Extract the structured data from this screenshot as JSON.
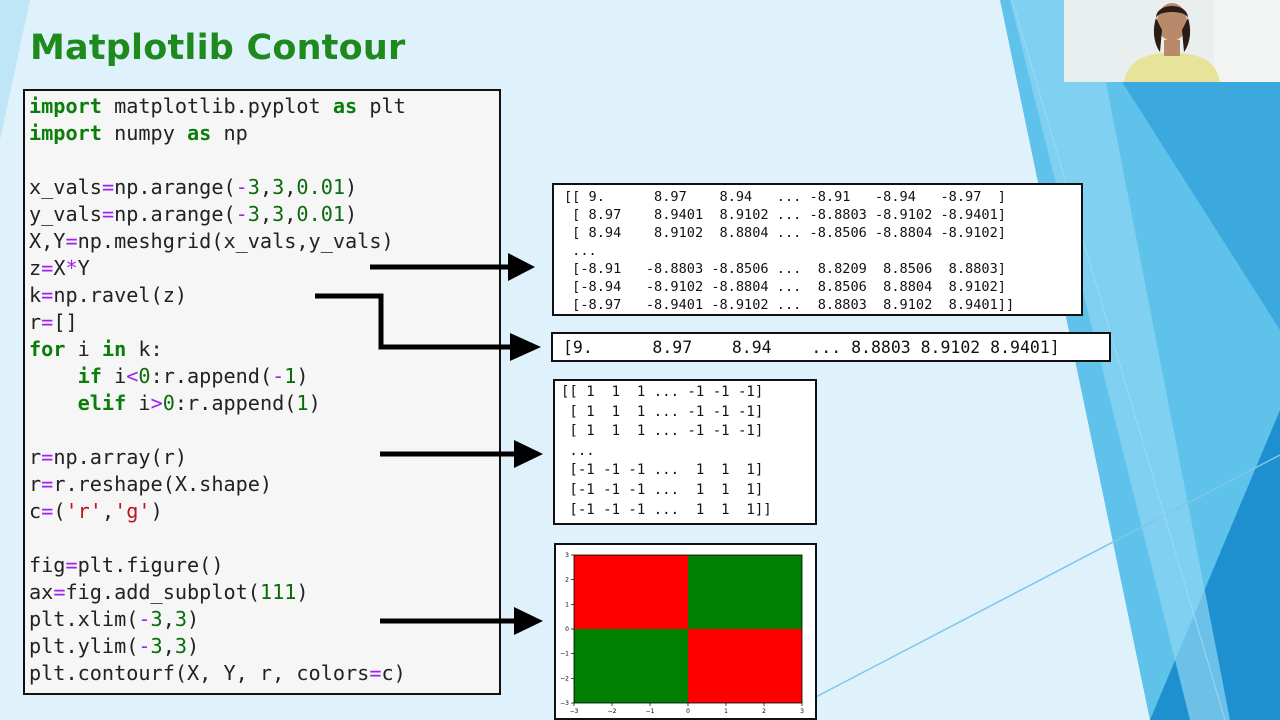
{
  "slide": {
    "title": "Matplotlib Contour"
  },
  "code_lines": [
    [
      {
        "t": "import",
        "c": "kw"
      },
      {
        "t": " matplotlib.pyplot "
      },
      {
        "t": "as",
        "c": "kw"
      },
      {
        "t": " plt"
      }
    ],
    [
      {
        "t": "import",
        "c": "kw"
      },
      {
        "t": " numpy "
      },
      {
        "t": "as",
        "c": "kw"
      },
      {
        "t": " np"
      }
    ],
    [],
    [
      {
        "t": "x_vals"
      },
      {
        "t": "=",
        "c": "op"
      },
      {
        "t": "np.arange("
      },
      {
        "t": "-",
        "c": "op"
      },
      {
        "t": "3",
        "c": "num"
      },
      {
        "t": ","
      },
      {
        "t": "3",
        "c": "num"
      },
      {
        "t": ","
      },
      {
        "t": "0.01",
        "c": "num"
      },
      {
        "t": ")"
      }
    ],
    [
      {
        "t": "y_vals"
      },
      {
        "t": "=",
        "c": "op"
      },
      {
        "t": "np.arange("
      },
      {
        "t": "-",
        "c": "op"
      },
      {
        "t": "3",
        "c": "num"
      },
      {
        "t": ","
      },
      {
        "t": "3",
        "c": "num"
      },
      {
        "t": ","
      },
      {
        "t": "0.01",
        "c": "num"
      },
      {
        "t": ")"
      }
    ],
    [
      {
        "t": "X,Y"
      },
      {
        "t": "=",
        "c": "op"
      },
      {
        "t": "np.meshgrid(x_vals,y_vals)"
      }
    ],
    [
      {
        "t": "z"
      },
      {
        "t": "=",
        "c": "op"
      },
      {
        "t": "X"
      },
      {
        "t": "*",
        "c": "op"
      },
      {
        "t": "Y"
      }
    ],
    [
      {
        "t": "k"
      },
      {
        "t": "=",
        "c": "op"
      },
      {
        "t": "np.ravel(z)"
      }
    ],
    [
      {
        "t": "r"
      },
      {
        "t": "=",
        "c": "op"
      },
      {
        "t": "[]"
      }
    ],
    [
      {
        "t": "for",
        "c": "kw"
      },
      {
        "t": " i "
      },
      {
        "t": "in",
        "c": "kw"
      },
      {
        "t": " k:"
      }
    ],
    [
      {
        "t": "    "
      },
      {
        "t": "if",
        "c": "kw"
      },
      {
        "t": " i"
      },
      {
        "t": "<",
        "c": "op"
      },
      {
        "t": "0",
        "c": "num"
      },
      {
        "t": ":r.append("
      },
      {
        "t": "-",
        "c": "op"
      },
      {
        "t": "1",
        "c": "num"
      },
      {
        "t": ")"
      }
    ],
    [
      {
        "t": "    "
      },
      {
        "t": "elif",
        "c": "kw"
      },
      {
        "t": " i"
      },
      {
        "t": ">",
        "c": "op"
      },
      {
        "t": "0",
        "c": "num"
      },
      {
        "t": ":r.append("
      },
      {
        "t": "1",
        "c": "num"
      },
      {
        "t": ")"
      }
    ],
    [],
    [
      {
        "t": "r"
      },
      {
        "t": "=",
        "c": "op"
      },
      {
        "t": "np.array(r)"
      }
    ],
    [
      {
        "t": "r"
      },
      {
        "t": "=",
        "c": "op"
      },
      {
        "t": "r.reshape(X.shape)"
      }
    ],
    [
      {
        "t": "c"
      },
      {
        "t": "=",
        "c": "op"
      },
      {
        "t": "("
      },
      {
        "t": "'r'",
        "c": "str"
      },
      {
        "t": ","
      },
      {
        "t": "'g'",
        "c": "str"
      },
      {
        "t": ")"
      }
    ],
    [],
    [
      {
        "t": "fig"
      },
      {
        "t": "=",
        "c": "op"
      },
      {
        "t": "plt.figure()"
      }
    ],
    [
      {
        "t": "ax"
      },
      {
        "t": "=",
        "c": "op"
      },
      {
        "t": "fig.add_subplot("
      },
      {
        "t": "111",
        "c": "num"
      },
      {
        "t": ")"
      }
    ],
    [
      {
        "t": "plt.xlim("
      },
      {
        "t": "-",
        "c": "op"
      },
      {
        "t": "3",
        "c": "num"
      },
      {
        "t": ","
      },
      {
        "t": "3",
        "c": "num"
      },
      {
        "t": ")"
      }
    ],
    [
      {
        "t": "plt.ylim("
      },
      {
        "t": "-",
        "c": "op"
      },
      {
        "t": "3",
        "c": "num"
      },
      {
        "t": ","
      },
      {
        "t": "3",
        "c": "num"
      },
      {
        "t": ")"
      }
    ],
    [
      {
        "t": "plt.contourf(X, Y, r, colors"
      },
      {
        "t": "=",
        "c": "op"
      },
      {
        "t": "c)"
      }
    ]
  ],
  "outputs": {
    "z_matrix": [
      "[[ 9.      8.97    8.94   ... -8.91   -8.94   -8.97  ]",
      " [ 8.97    8.9401  8.9102 ... -8.8803 -8.9102 -8.9401]",
      " [ 8.94    8.9102  8.8804 ... -8.8506 -8.8804 -8.9102]",
      " ...",
      " [-8.91   -8.8803 -8.8506 ...  8.8209  8.8506  8.8803]",
      " [-8.94   -8.9102 -8.8804 ...  8.8506  8.8804  8.9102]",
      " [-8.97   -8.9401 -8.9102 ...  8.8803  8.9102  8.9401]]"
    ],
    "ravel": "[9.      8.97    8.94    ... 8.8803 8.9102 8.9401]",
    "r_matrix": [
      "[[ 1  1  1 ... -1 -1 -1]",
      " [ 1  1  1 ... -1 -1 -1]",
      " [ 1  1  1 ... -1 -1 -1]",
      " ...",
      " [-1 -1 -1 ...  1  1  1]",
      " [-1 -1 -1 ...  1  1  1]",
      " [-1 -1 -1 ...  1  1  1]]"
    ]
  },
  "chart_data": {
    "type": "heatmap",
    "title": "",
    "xlabel": "",
    "ylabel": "",
    "xlim": [
      -3,
      3
    ],
    "ylim": [
      -3,
      3
    ],
    "x_ticks": [
      "−3",
      "−2",
      "−1",
      "0",
      "1",
      "2",
      "3"
    ],
    "y_ticks": [
      "−3",
      "−2",
      "−1",
      "0",
      "1",
      "2",
      "3"
    ],
    "regions": [
      {
        "x": [
          -3,
          0
        ],
        "y": [
          0,
          3
        ],
        "color": "red"
      },
      {
        "x": [
          0,
          3
        ],
        "y": [
          0,
          3
        ],
        "color": "green"
      },
      {
        "x": [
          -3,
          0
        ],
        "y": [
          -3,
          0
        ],
        "color": "green"
      },
      {
        "x": [
          0,
          3
        ],
        "y": [
          -3,
          0
        ],
        "color": "red"
      }
    ],
    "colors": {
      "red": "#ff0000",
      "green": "#008000"
    }
  },
  "colors": {
    "title": "#1e8a1e",
    "keyword": "#0b7d0b",
    "operator": "#a020f0",
    "string": "#c0141a"
  },
  "webcam": {
    "icon": "presenter-video-icon"
  }
}
